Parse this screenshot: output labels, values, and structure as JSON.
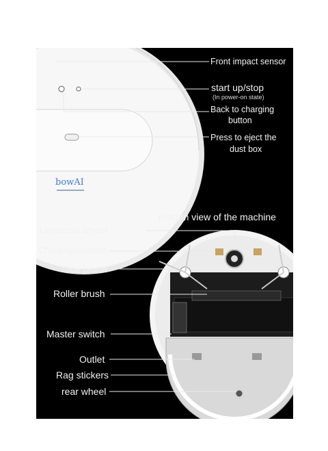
{
  "top_labels": {
    "front_sensor": "Front impact sensor",
    "start_stop": "start up/stop",
    "start_stop_note": "(In power-on state)",
    "back_to_charging_1": "Back to charging",
    "back_to_charging_2": "button",
    "eject_1": "Press to eject the",
    "eject_2": "dust box"
  },
  "bottom_title": "Bottom view of the machine",
  "bottom_labels": {
    "universal_wheel": "Universal wheel",
    "charging_contacts": "Charging contacts",
    "side_brush": "Side brush",
    "roller_brush": "Roller brush",
    "master_switch": "Master switch",
    "outlet": "Outlet",
    "rag_stickers": "Rag stickers",
    "rear_wheel": "rear wheel"
  },
  "brand": {
    "logo_text": "bowAI"
  },
  "colors": {
    "background": "#000000",
    "text": "#f2f2f2",
    "robot_body": "#f4f4f4",
    "logo_blue": "#3a7bd5"
  }
}
